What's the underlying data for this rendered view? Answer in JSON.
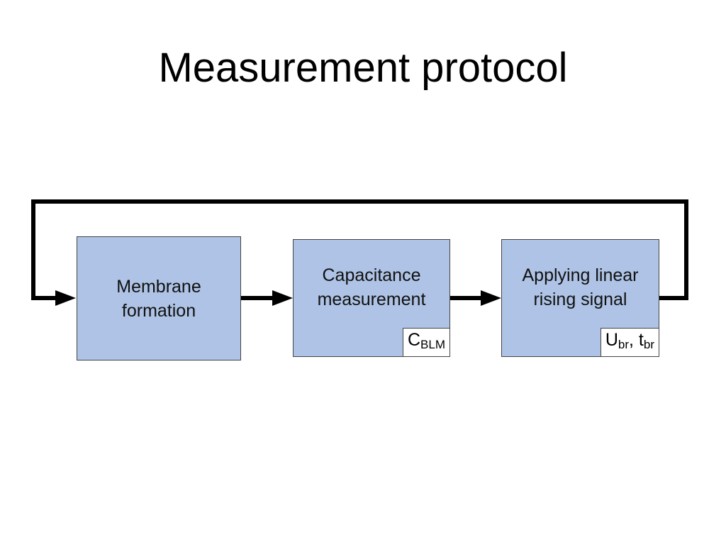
{
  "title": "Measurement protocol",
  "colors": {
    "box_fill": "#aec3e5",
    "arrow": "#000000"
  },
  "boxes": [
    {
      "line1": "Membrane",
      "line2": "formation"
    },
    {
      "line1": "Capacitance",
      "line2": "measurement",
      "output": {
        "main": "C",
        "sub": "BLM"
      }
    },
    {
      "line1": "Applying linear",
      "line2": "rising signal",
      "output": {
        "main1": "U",
        "sub1": "br",
        "separator": ", ",
        "main2": "t",
        "sub2": "br"
      }
    }
  ]
}
